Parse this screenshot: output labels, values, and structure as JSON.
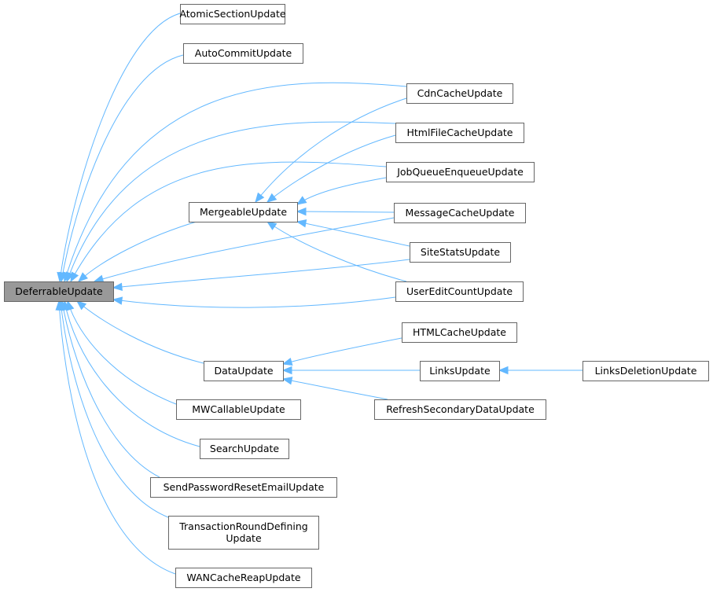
{
  "diagram": {
    "colors": {
      "edge": "#63b8ff",
      "root_fill": "#999999",
      "node_border": "#666666",
      "node_fill": "#ffffff"
    },
    "nodes": [
      {
        "id": "DeferrableUpdate",
        "label": [
          "DeferrableUpdate"
        ],
        "root": true
      },
      {
        "id": "AtomicSectionUpdate",
        "label": [
          "AtomicSectionUpdate"
        ]
      },
      {
        "id": "AutoCommitUpdate",
        "label": [
          "AutoCommitUpdate"
        ]
      },
      {
        "id": "CdnCacheUpdate",
        "label": [
          "CdnCacheUpdate"
        ]
      },
      {
        "id": "HtmlFileCacheUpdate",
        "label": [
          "HtmlFileCacheUpdate"
        ]
      },
      {
        "id": "JobQueueEnqueueUpdate",
        "label": [
          "JobQueueEnqueueUpdate"
        ]
      },
      {
        "id": "MergeableUpdate",
        "label": [
          "MergeableUpdate"
        ]
      },
      {
        "id": "MessageCacheUpdate",
        "label": [
          "MessageCacheUpdate"
        ]
      },
      {
        "id": "SiteStatsUpdate",
        "label": [
          "SiteStatsUpdate"
        ]
      },
      {
        "id": "UserEditCountUpdate",
        "label": [
          "UserEditCountUpdate"
        ]
      },
      {
        "id": "HTMLCacheUpdate",
        "label": [
          "HTMLCacheUpdate"
        ]
      },
      {
        "id": "DataUpdate",
        "label": [
          "DataUpdate"
        ]
      },
      {
        "id": "LinksUpdate",
        "label": [
          "LinksUpdate"
        ]
      },
      {
        "id": "LinksDeletionUpdate",
        "label": [
          "LinksDeletionUpdate"
        ]
      },
      {
        "id": "RefreshSecondaryDataUpdate",
        "label": [
          "RefreshSecondaryDataUpdate"
        ]
      },
      {
        "id": "MWCallableUpdate",
        "label": [
          "MWCallableUpdate"
        ]
      },
      {
        "id": "SearchUpdate",
        "label": [
          "SearchUpdate"
        ]
      },
      {
        "id": "SendPasswordResetEmailUpdate",
        "label": [
          "SendPasswordResetEmailUpdate"
        ]
      },
      {
        "id": "TransactionRoundDefiningUpdate",
        "label": [
          "TransactionRoundDefining",
          "Update"
        ]
      },
      {
        "id": "WANCacheReapUpdate",
        "label": [
          "WANCacheReapUpdate"
        ]
      }
    ],
    "edges": [
      {
        "from": "AtomicSectionUpdate",
        "to": "DeferrableUpdate"
      },
      {
        "from": "AutoCommitUpdate",
        "to": "DeferrableUpdate"
      },
      {
        "from": "CdnCacheUpdate",
        "to": "DeferrableUpdate"
      },
      {
        "from": "HtmlFileCacheUpdate",
        "to": "DeferrableUpdate"
      },
      {
        "from": "JobQueueEnqueueUpdate",
        "to": "DeferrableUpdate"
      },
      {
        "from": "MergeableUpdate",
        "to": "DeferrableUpdate"
      },
      {
        "from": "MessageCacheUpdate",
        "to": "DeferrableUpdate"
      },
      {
        "from": "SiteStatsUpdate",
        "to": "DeferrableUpdate"
      },
      {
        "from": "UserEditCountUpdate",
        "to": "DeferrableUpdate"
      },
      {
        "from": "DataUpdate",
        "to": "DeferrableUpdate"
      },
      {
        "from": "MWCallableUpdate",
        "to": "DeferrableUpdate"
      },
      {
        "from": "SearchUpdate",
        "to": "DeferrableUpdate"
      },
      {
        "from": "SendPasswordResetEmailUpdate",
        "to": "DeferrableUpdate"
      },
      {
        "from": "TransactionRoundDefiningUpdate",
        "to": "DeferrableUpdate"
      },
      {
        "from": "WANCacheReapUpdate",
        "to": "DeferrableUpdate"
      },
      {
        "from": "CdnCacheUpdate",
        "to": "MergeableUpdate"
      },
      {
        "from": "HtmlFileCacheUpdate",
        "to": "MergeableUpdate"
      },
      {
        "from": "JobQueueEnqueueUpdate",
        "to": "MergeableUpdate"
      },
      {
        "from": "MessageCacheUpdate",
        "to": "MergeableUpdate"
      },
      {
        "from": "SiteStatsUpdate",
        "to": "MergeableUpdate"
      },
      {
        "from": "UserEditCountUpdate",
        "to": "MergeableUpdate"
      },
      {
        "from": "HTMLCacheUpdate",
        "to": "DataUpdate"
      },
      {
        "from": "LinksUpdate",
        "to": "DataUpdate"
      },
      {
        "from": "RefreshSecondaryDataUpdate",
        "to": "DataUpdate"
      },
      {
        "from": "LinksDeletionUpdate",
        "to": "LinksUpdate"
      }
    ]
  }
}
